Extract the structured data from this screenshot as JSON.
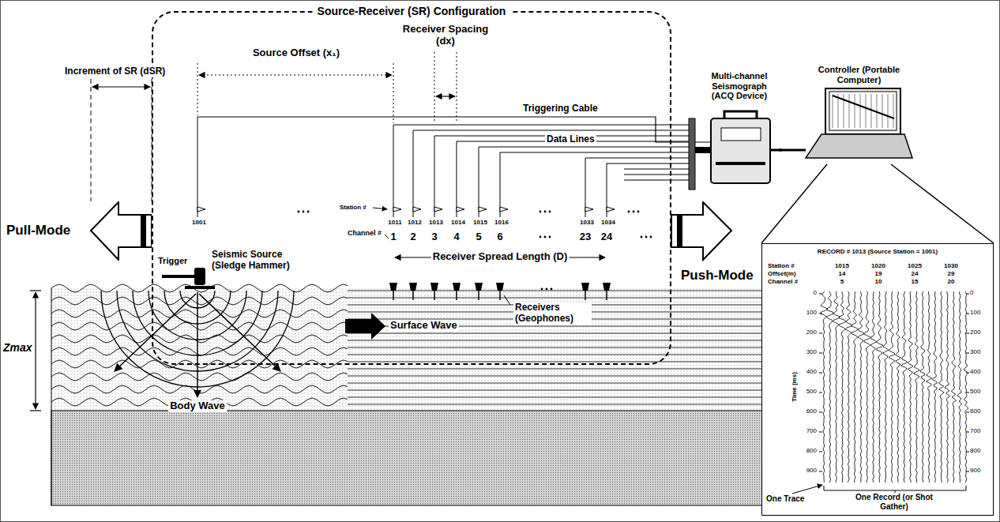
{
  "diagram": {
    "nodes": [
      {
        "text": [
          "Source-Receiver (SR) Configuration"
        ]
      },
      {
        "text": [
          "Multi-channel Seismograph (ACQ Device)"
        ]
      },
      {
        "text": [
          "Controller (Portable Computer)"
        ]
      },
      {
        "text": [
          "RECORD # 1013 (Source Station = 1001)"
        ]
      },
      {
        "text": [
          "Pull-Mode"
        ]
      },
      {
        "text": [
          "Push-Mode"
        ]
      }
    ],
    "edges": [
      {
        "from": 1,
        "to": 2,
        "arrow": "none"
      },
      {
        "from": 2,
        "to": 3,
        "arrow": "none"
      }
    ],
    "labels": [
      "Increment of SR (dSR)",
      "Source Offset (x₁)",
      "Receiver Spacing (dx)",
      "Triggering Cable",
      "Data Lines",
      "1001",
      "Station #",
      "1011",
      "1012",
      "1013",
      "1014",
      "1015",
      "1016",
      "1033",
      "1034",
      "Channel #",
      "1",
      "2",
      "3",
      "4",
      "5",
      "6",
      "23",
      "24",
      "Receiver Spread Length (D)",
      "Seismic Source (Sledge Hammer)",
      "Trigger",
      "Receivers (Geophones)",
      "Surface Wave",
      "Body Wave",
      "Zmax",
      "Station #",
      "1015",
      "1020",
      "1025",
      "1030",
      "Offset(m)",
      "14",
      "19",
      "24",
      "29",
      "Channel #",
      "5",
      "10",
      "15",
      "20",
      "Time (ms)",
      "0",
      "100",
      "200",
      "300",
      "400",
      "500",
      "600",
      "700",
      "800",
      "900",
      "0",
      "100",
      "200",
      "300",
      "400",
      "500",
      "600",
      "700",
      "800",
      "900",
      "One Trace",
      "One Record (or Shot Gather)"
    ]
  }
}
